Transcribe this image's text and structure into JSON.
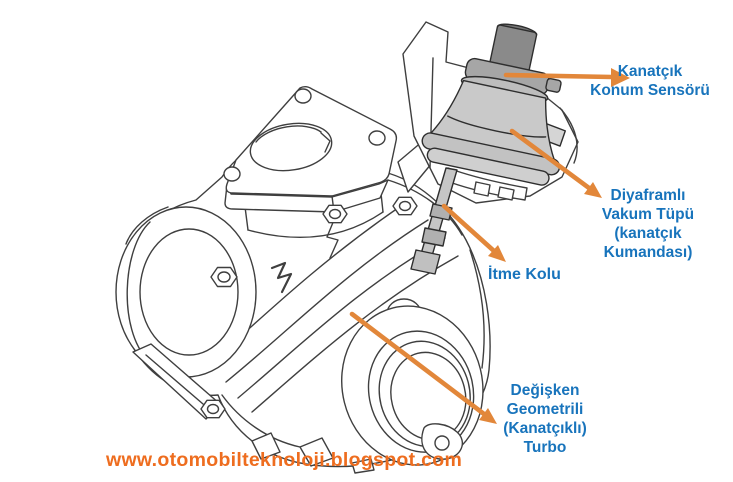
{
  "colors": {
    "label_blue": "#1874BC",
    "arrow_orange": "#E2873A",
    "watermark_orange": "#EE6D1F",
    "line_gray": "#3F3F3F",
    "actuator_gray": "#C9C9C9",
    "sensor_gray": "#8A8A8A"
  },
  "labels": {
    "vane_position_sensor": {
      "lines": [
        "Kanatçık",
        "Konum Sensörü"
      ]
    },
    "diaphragm_vacuum_tube": {
      "lines": [
        "Diyaframlı",
        "Vakum Tüpü",
        "(kanatçık",
        "Kumandası)"
      ]
    },
    "push_rod": {
      "text": "İtme Kolu"
    },
    "variable_geometry_turbo": {
      "lines": [
        "Değişken",
        "Geometrili",
        "(Kanatçıklı)",
        "Turbo"
      ]
    }
  },
  "watermark": {
    "text": "www.otomobilteknoloji.blogspot.com"
  }
}
